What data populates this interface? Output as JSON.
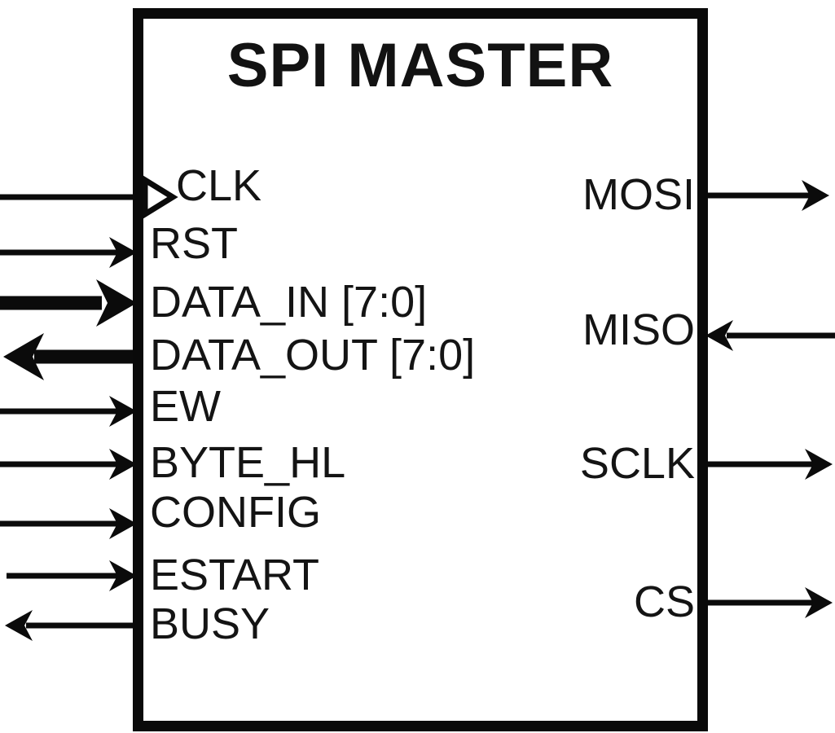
{
  "block": {
    "title": "SPI MASTER"
  },
  "ports": {
    "left": [
      {
        "label": "CLK",
        "direction": "input",
        "kind": "clock"
      },
      {
        "label": "RST",
        "direction": "input",
        "kind": "signal"
      },
      {
        "label": "DATA_IN [7:0]",
        "direction": "input",
        "kind": "bus"
      },
      {
        "label": "DATA_OUT [7:0]",
        "direction": "output",
        "kind": "bus"
      },
      {
        "label": "EW",
        "direction": "input",
        "kind": "signal"
      },
      {
        "label": "BYTE_HL",
        "direction": "input",
        "kind": "signal"
      },
      {
        "label": "CONFIG",
        "direction": "input",
        "kind": "signal"
      },
      {
        "label": "ESTART",
        "direction": "input",
        "kind": "signal"
      },
      {
        "label": "BUSY",
        "direction": "output",
        "kind": "signal"
      }
    ],
    "right": [
      {
        "label": "MOSI",
        "direction": "output",
        "kind": "signal"
      },
      {
        "label": "MISO",
        "direction": "input",
        "kind": "signal"
      },
      {
        "label": "SCLK",
        "direction": "output",
        "kind": "signal"
      },
      {
        "label": "CS",
        "direction": "output",
        "kind": "signal"
      }
    ]
  },
  "colors": {
    "ink": "#0b0b0b",
    "background": "#ffffff"
  }
}
